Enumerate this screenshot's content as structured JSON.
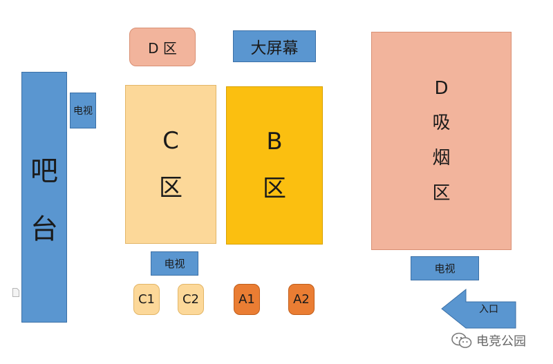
{
  "bar": {
    "char1": "吧",
    "char2": "台"
  },
  "tv": {
    "left": "电视",
    "middle": "电视",
    "right": "电视"
  },
  "zone_d_top": {
    "label": "D 区"
  },
  "screen": {
    "label": "大屏幕"
  },
  "zone_c": {
    "letter": "C",
    "char": "区"
  },
  "zone_b": {
    "letter": "B",
    "char": "区"
  },
  "smoking_area": {
    "letter": "D",
    "line1": "吸",
    "line2": "烟",
    "line3": "区"
  },
  "seats": {
    "c1": "C1",
    "c2": "C2",
    "a1": "A1",
    "a2": "A2"
  },
  "entrance": {
    "label": "入口"
  },
  "watermark": {
    "text": "电竞公园",
    "icon": "wechat-icon"
  },
  "colors": {
    "blue": "#5a96d0",
    "peach": "#f2b49c",
    "light_orange": "#fcd899",
    "gold": "#fbbf10",
    "dark_orange": "#ea7d33"
  }
}
